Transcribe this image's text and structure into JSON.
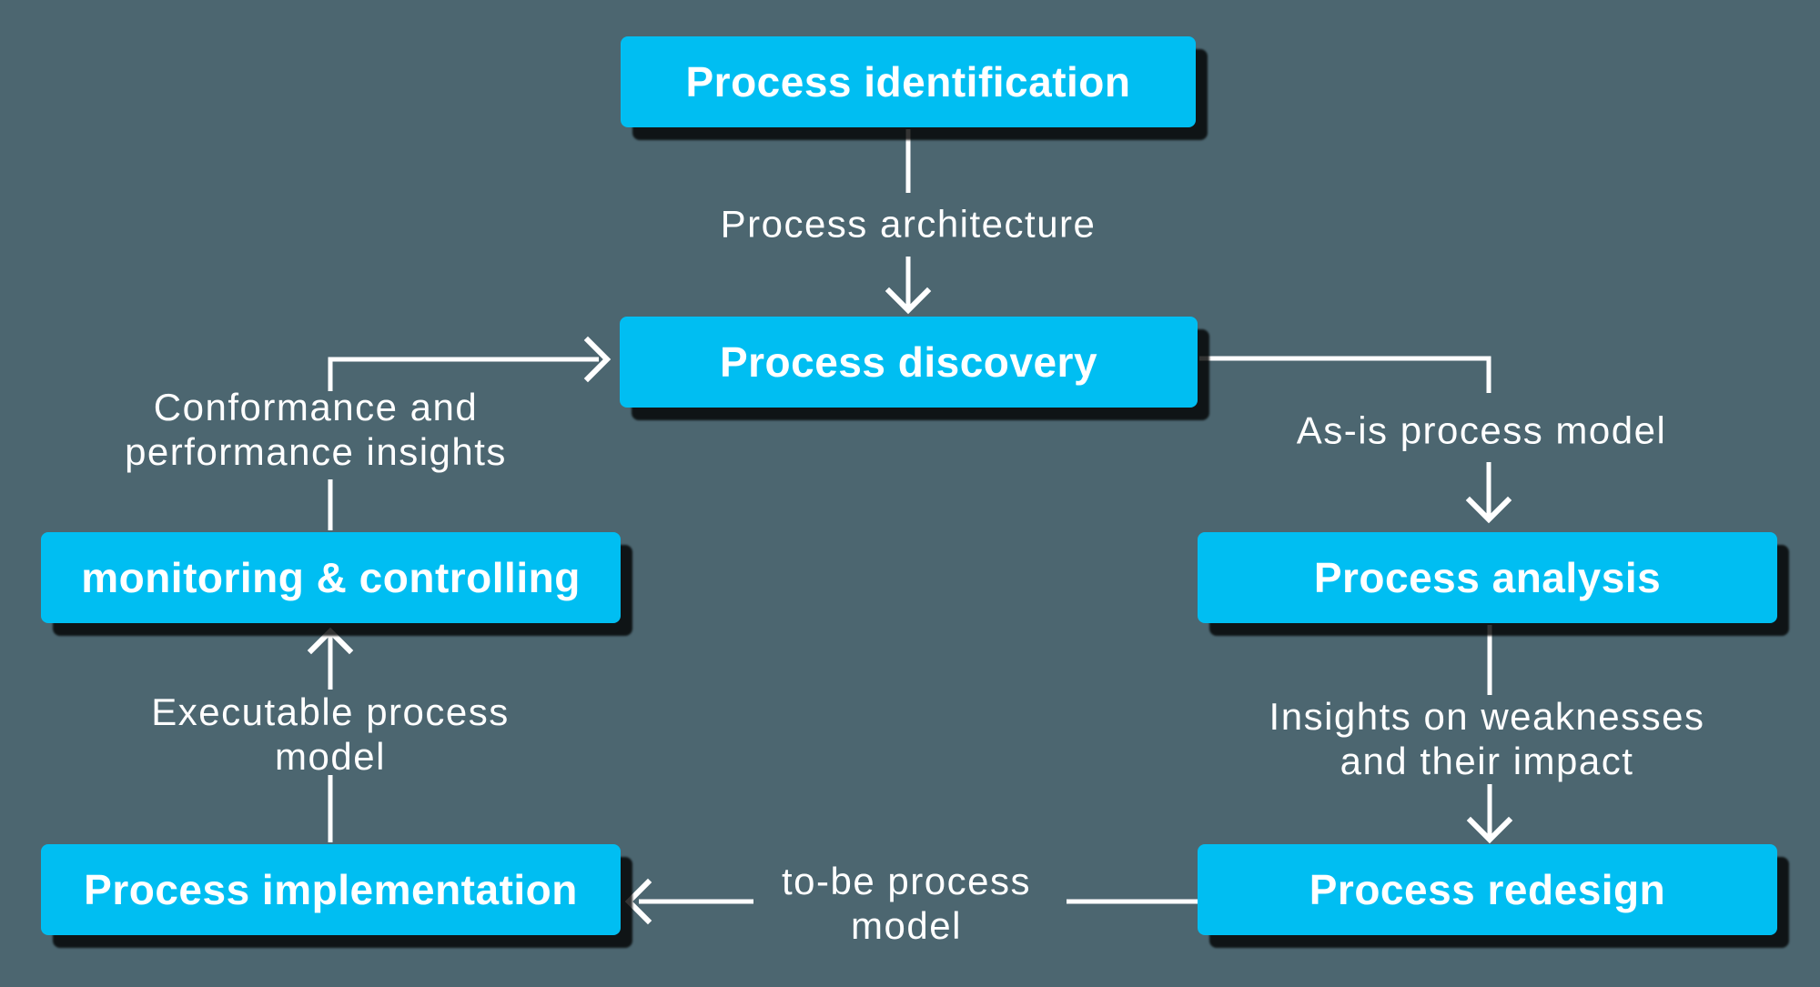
{
  "diagram": {
    "type": "flowchart",
    "background_color": "#4C6670",
    "node_fill_color": "#00BEF2",
    "node_text_color": "#FFFFFF",
    "connector_color": "#FFFFFF",
    "nodes": [
      {
        "id": "process-identification",
        "label": "Process identification"
      },
      {
        "id": "process-discovery",
        "label": "Process discovery"
      },
      {
        "id": "monitoring-controlling",
        "label": "monitoring & controlling"
      },
      {
        "id": "process-analysis",
        "label": "Process analysis"
      },
      {
        "id": "process-implementation",
        "label": "Process implementation"
      },
      {
        "id": "process-redesign",
        "label": "Process redesign"
      }
    ],
    "edges": [
      {
        "from": "process-identification",
        "to": "process-discovery",
        "label_lines": [
          "Process architecture"
        ]
      },
      {
        "from": "process-discovery",
        "to": "process-analysis",
        "label_lines": [
          "As-is process model"
        ]
      },
      {
        "from": "process-analysis",
        "to": "process-redesign",
        "label_lines": [
          "Insights on weaknesses",
          "and their impact"
        ]
      },
      {
        "from": "process-redesign",
        "to": "process-implementation",
        "label_lines": [
          "to-be process",
          "model"
        ]
      },
      {
        "from": "process-implementation",
        "to": "monitoring-controlling",
        "label_lines": [
          "Executable process",
          "model"
        ]
      },
      {
        "from": "monitoring-controlling",
        "to": "process-discovery",
        "label_lines": [
          "Conformance and",
          "performance insights"
        ]
      }
    ]
  }
}
